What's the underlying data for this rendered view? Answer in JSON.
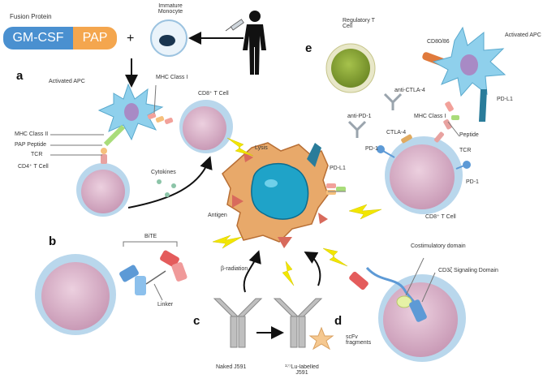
{
  "fusion": {
    "title": "Fusion Protein",
    "gm_csf": "GM-CSF",
    "pap": "PAP",
    "plus": "+"
  },
  "panels": {
    "a": "a",
    "b": "b",
    "c": "c",
    "d": "d",
    "e": "e"
  },
  "labels": {
    "immature_monocyte": "Immature Monocyte",
    "activated_apc_a": "Activated APC",
    "mhc_class_i_a": "MHC Class I",
    "cd8_t_cell_a": "CD8⁺ T Cell",
    "mhc_class_ii": "MHC Class II",
    "pap_peptide": "PAP Peptide",
    "tcr_a": "TCR",
    "cd4_t_cell": "CD4⁺ T Cell",
    "cytokines": "Cytokines",
    "lysis": "Lysis",
    "antigen": "Antigen",
    "pd_l1_tumor": "PD-L1",
    "regulatory_t_cell": "Regulatory T Cell",
    "cd80_86": "CD80/86",
    "activated_apc_e": "Activated APC",
    "anti_ctla4": "anti-CTLA-4",
    "anti_pd1": "anti-PD-1",
    "mhc_class_i_e": "MHC Class I",
    "ctla4": "CTLA-4",
    "peptide": "Peptide",
    "pd_l1_apc": "PD-L1",
    "tcr_e": "TCR",
    "pd1_left": "PD-1",
    "pd1_right": "PD-1",
    "cd8_t_cell_e": "CD8⁺ T Cell",
    "bite": "BiTE",
    "linker": "Linker",
    "beta_radiation": "β-radiation",
    "naked_j591": "Naked J591",
    "lu_labelled_j591": "¹⁷⁷Lu-labelled J591",
    "costimulatory_domain": "Costimulatory domain",
    "cd3_signaling_domain": "CD3ζ Signaling Domain",
    "scfv_fragments": "scFv fragments"
  },
  "colors": {
    "gm_csf": "#4a90d0",
    "pap": "#f4a64e",
    "tumor": "#e8a96a",
    "nucleus": "#1fa3c8",
    "t_cell_body": "#dcb4cc",
    "t_cell_rim": "#b9d7ec",
    "apc": "#8fd0ec",
    "treg": "#8aa63a",
    "lightning": "#f2e600"
  }
}
